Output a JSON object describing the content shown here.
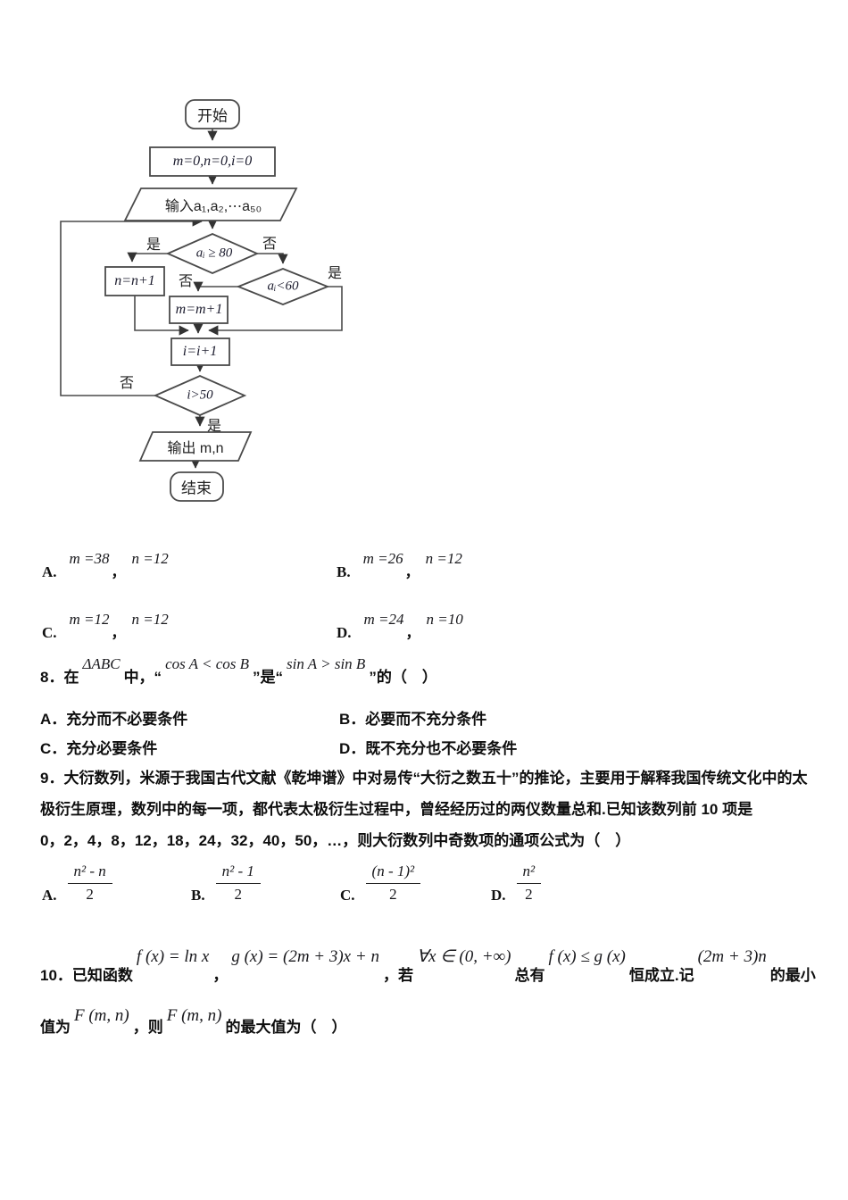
{
  "flowchart": {
    "start": "开始",
    "init": "m=0,n=0,i=0",
    "input": "输入a₁,a₂,⋯a₅₀",
    "cond1": "aᵢ ≥ 80",
    "cond2": "aᵢ<60",
    "cond3": "i>50",
    "box_n": "n=n+1",
    "box_m": "m=m+1",
    "box_i": "i=i+1",
    "output": "输出 m,n",
    "end": "结束",
    "yes": "是",
    "no": "否"
  },
  "q7": {
    "options": [
      {
        "label": "A.",
        "m": "m =38",
        "sep": "，",
        "n": "n =12"
      },
      {
        "label": "B.",
        "m": "m =26",
        "sep": "，",
        "n": "n =12"
      },
      {
        "label": "C.",
        "m": "m =12",
        "sep": "，",
        "n": "n =12"
      },
      {
        "label": "D.",
        "m": "m =24",
        "sep": "，",
        "n": "n =10"
      }
    ]
  },
  "q8": {
    "prefix": "8．在",
    "math_triangle": "ΔABC",
    "mid1": "中，“",
    "math_cos": "cos A < cos B",
    "mid2": "”是“",
    "math_sin": "sin A > sin B",
    "suffix": "”的（　）",
    "options": [
      "A．充分而不必要条件",
      "B．必要而不充分条件",
      "C．充分必要条件",
      "D．既不充分也不必要条件"
    ]
  },
  "q9": {
    "line1": "9．大衍数列，米源于我国古代文献《乾坤谱》中对易传“大衍之数五十”的推论，主要用于解释我国传统文化中的太",
    "line2": "极衍生原理，数列中的每一项，都代表太极衍生过程中，曾经经历过的两仪数量总和.已知该数列前 10 项是",
    "line3": "0，2，4，8，12，18，24，32，40，50，…，则大衍数列中奇数项的通项公式为（　）",
    "options": [
      {
        "label": "A.",
        "num": "n² - n",
        "den": "2"
      },
      {
        "label": "B.",
        "num": "n² - 1",
        "den": "2"
      },
      {
        "label": "C.",
        "num": "(n - 1)²",
        "den": "2"
      },
      {
        "label": "D.",
        "num": "n²",
        "den": "2"
      }
    ]
  },
  "q10": {
    "seg1": "10．已知函数",
    "f1": "f (x) = ln x",
    "c1": "，",
    "f2": "g (x) = (2m + 3)x + n",
    "c2": "，若",
    "f3": "∀x ∈ (0, +∞)",
    "c3": "总有",
    "f4": "f (x) ≤ g (x)",
    "c4": "恒成立.记",
    "f5": "(2m + 3)n",
    "c5": "的最小",
    "l2t1": "值为",
    "l2f1": "F (m, n)",
    "l2t2": "，则",
    "l2f2": "F (m, n)",
    "l2t3": "的最大值为（　）"
  }
}
